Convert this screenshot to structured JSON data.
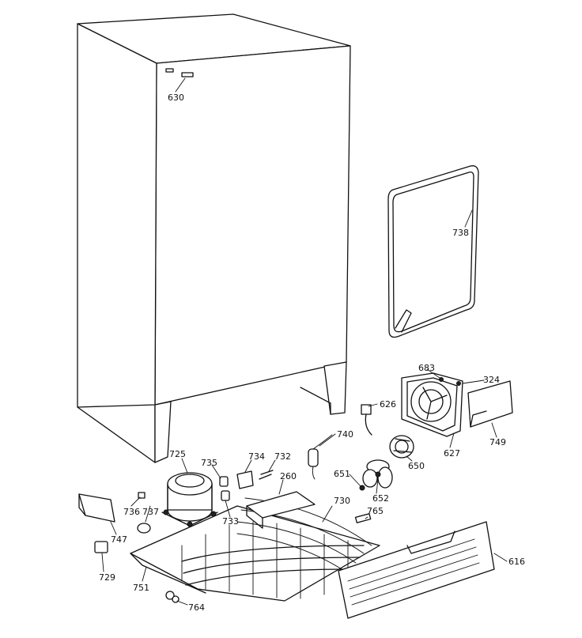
{
  "parts": {
    "p630": "630",
    "p738": "738",
    "p683": "683",
    "p324": "324",
    "p626": "626",
    "p740": "740",
    "p627": "627",
    "p749": "749",
    "p650": "650",
    "p725": "725",
    "p735": "735",
    "p734": "734",
    "p732": "732",
    "p260": "260",
    "p651": "651",
    "p730": "730",
    "p652": "652",
    "p736": "736",
    "p737": "737",
    "p733": "733",
    "p765": "765",
    "p747": "747",
    "p616": "616",
    "p729": "729",
    "p751": "751",
    "p764": "764"
  }
}
